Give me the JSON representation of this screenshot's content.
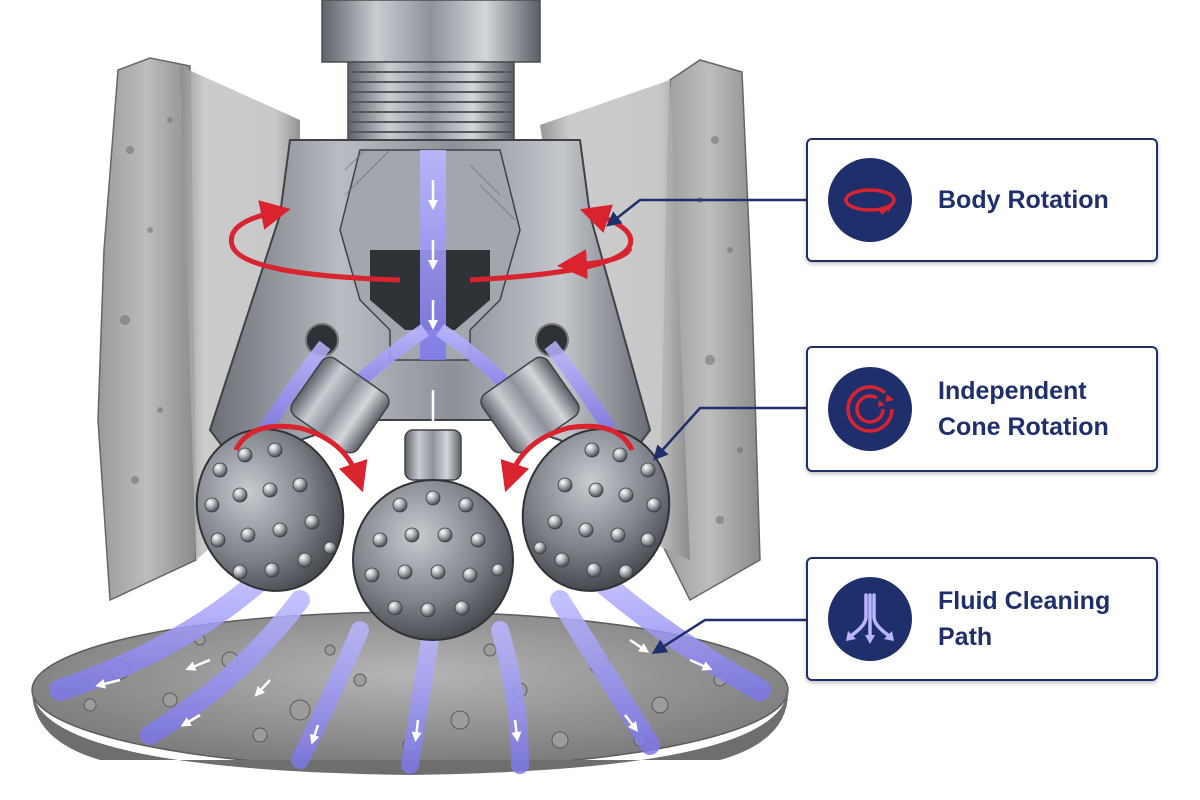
{
  "callouts": [
    {
      "label": "Body Rotation",
      "icon": "circular-arrow-icon"
    },
    {
      "label_line1": "Independent",
      "label_line2": "Cone Rotation",
      "icon": "rotation-cycle-icon"
    },
    {
      "label": "Fluid Cleaning Path",
      "icon": "fluid-flow-icon"
    }
  ],
  "colors": {
    "navy": "#1f2f6b",
    "rotation_red": "#d9232e",
    "fluid_violet": "#8f8cf2",
    "steel": "#9a9ea6",
    "rock": "#8d8d8d",
    "background": "#ffffff"
  }
}
